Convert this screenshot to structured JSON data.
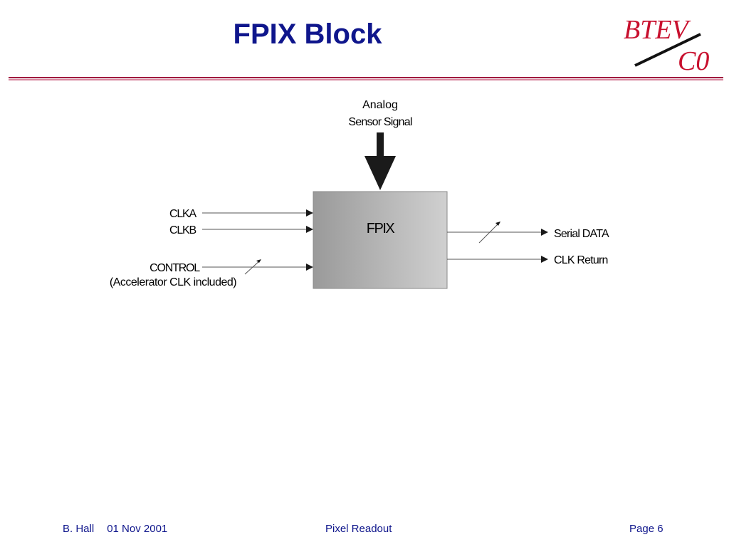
{
  "slide": {
    "title": "FPIX Block"
  },
  "logo": {
    "line1": "BTEV",
    "line2": "C0"
  },
  "diagram": {
    "block_label": "FPIX",
    "input_top_line1": "Analog",
    "input_top_line2": "Sensor Signal",
    "input_clka": "CLKA",
    "input_clkb": "CLKB",
    "input_control_line1": "CONTROL",
    "input_control_line2": "(Accelerator CLK included)",
    "output_serial": "Serial DATA",
    "output_clk": "CLK Return",
    "colors": {
      "block_fill_dark": "#9a9a9a",
      "block_fill_light": "#d0d0d0",
      "logo_red": "#c8102e",
      "title_blue": "#0f168c"
    }
  },
  "footer": {
    "author": "B. Hall",
    "date": "01 Nov 2001",
    "center": "Pixel Readout",
    "page": "Page 6"
  }
}
